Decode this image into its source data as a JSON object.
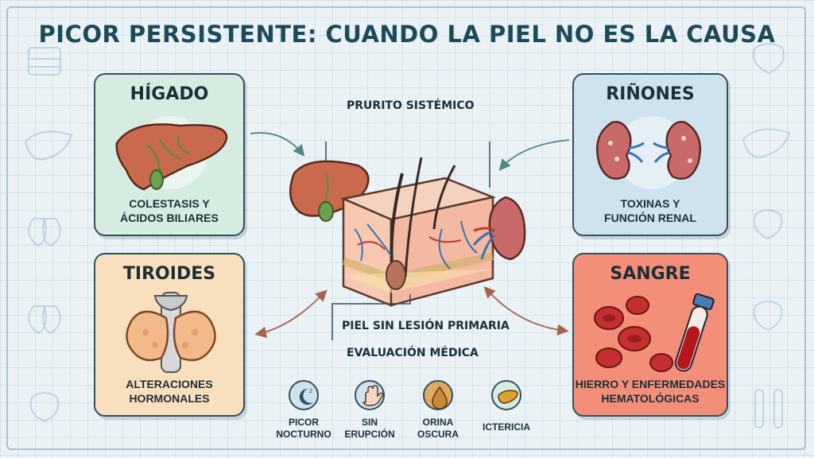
{
  "title": "PICOR PERSISTENTE: CUANDO LA PIEL NO ES LA CAUSA",
  "cards": {
    "liver": {
      "title": "HÍGADO",
      "caption": "COLESTASIS Y\nÁCIDOS BILIARES"
    },
    "kidney": {
      "title": "RIÑONES",
      "caption": "TOXINAS Y\nFUNCIÓN RENAL"
    },
    "thyroid": {
      "title": "TIROIDES",
      "caption": "ALTERACIONES\nHORMONALES"
    },
    "blood": {
      "title": "SANGRE",
      "caption": "HIERRO Y ENFERMEDADES\nHEMATOLÓGICAS"
    }
  },
  "center_labels": {
    "top": "PRURITO SISTÉMICO",
    "middle": "PIEL SIN LESIÓN PRIMARIA",
    "bottom": "EVALUACIÓN MÉDICA"
  },
  "symptoms": [
    {
      "label": "PICOR\nNOCTURNO",
      "icon": "moon-icon"
    },
    {
      "label": "SIN\nERUPCIÓN",
      "icon": "hand-icon"
    },
    {
      "label": "ORINA\nOSCURA",
      "icon": "drop-icon"
    },
    {
      "label": "ICTERICIA",
      "icon": "liver-icon"
    }
  ],
  "colors": {
    "liver_card": "#d6ece1",
    "kidney_card": "#cfe3ef",
    "thyroid_card": "#f8dfbd",
    "blood_card": "#f38e78",
    "title": "#1d4a5a"
  }
}
